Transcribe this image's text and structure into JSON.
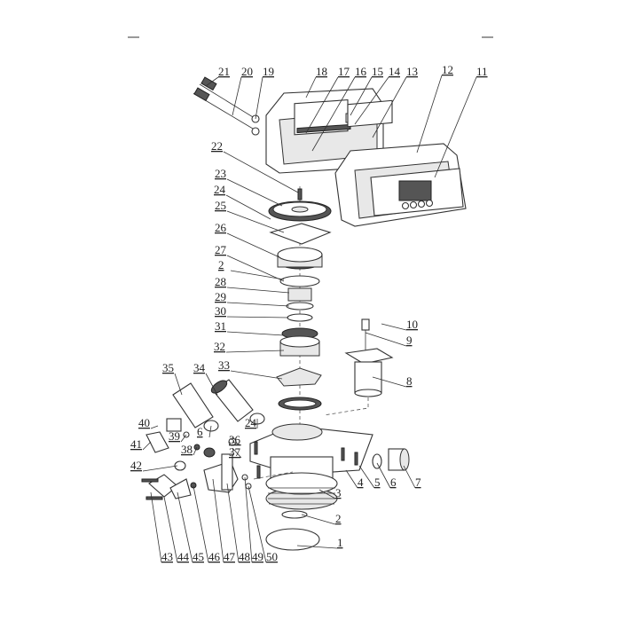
{
  "diagram": {
    "title": "Exploded parts diagram of control valve",
    "callouts": [
      "21",
      "20",
      "19",
      "18",
      "17",
      "16",
      "15",
      "14",
      "13",
      "12",
      "11",
      "22",
      "23",
      "24",
      "25",
      "26",
      "27",
      "2",
      "28",
      "29",
      "30",
      "31",
      "32",
      "33",
      "35",
      "34",
      "10",
      "9",
      "8",
      "40",
      "39",
      "6",
      "24",
      "36",
      "37",
      "41",
      "38",
      "42",
      "4",
      "5",
      "6",
      "7",
      "3",
      "2",
      "1",
      "43",
      "44",
      "45",
      "46",
      "47",
      "48",
      "49",
      "50"
    ]
  }
}
